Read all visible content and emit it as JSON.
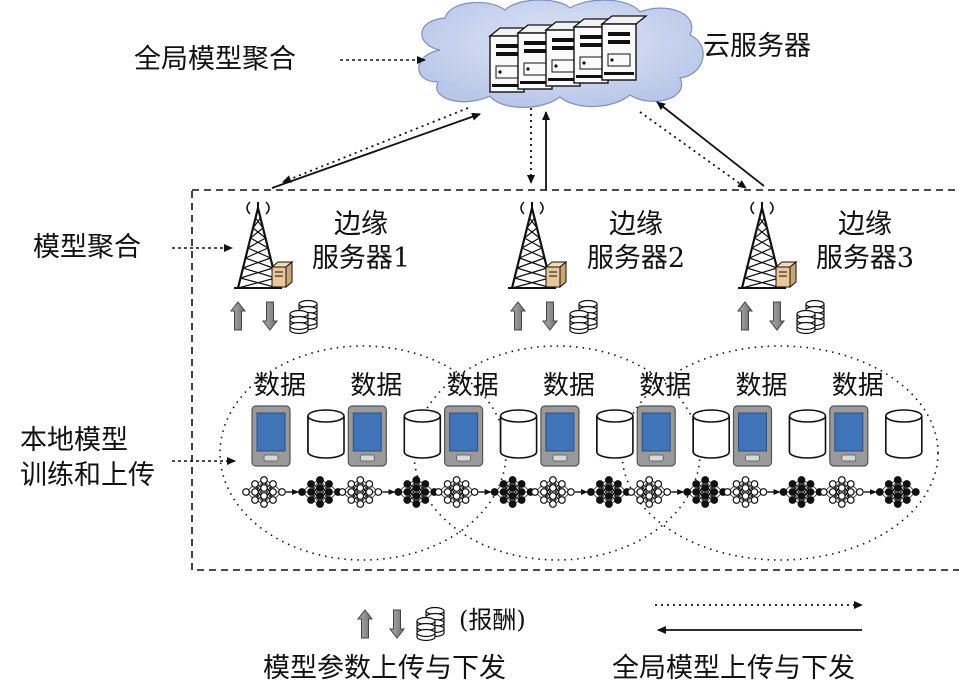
{
  "cloud": {
    "label": "云服务器"
  },
  "side_labels": {
    "global_aggregation": "全局模型聚合",
    "model_aggregation": "模型聚合",
    "local_training_line1": "本地模型",
    "local_training_line2": "训练和上传"
  },
  "edge_servers": [
    {
      "line1": "边缘",
      "line2": "服务器1"
    },
    {
      "line1": "边缘",
      "line2": "服务器2"
    },
    {
      "line1": "边缘",
      "line2": "服务器3"
    }
  ],
  "device_label": "数据",
  "legend": {
    "reward": "(报酬)",
    "local_caption": "模型参数上传与下发",
    "global_caption": "全局模型上传与下发"
  },
  "colors": {
    "cloud_fill": "#c9d3ee",
    "phone_screen": "#3f74b8",
    "arrow_gray": "#8c8c8c",
    "server_box": "#e8c89a"
  }
}
